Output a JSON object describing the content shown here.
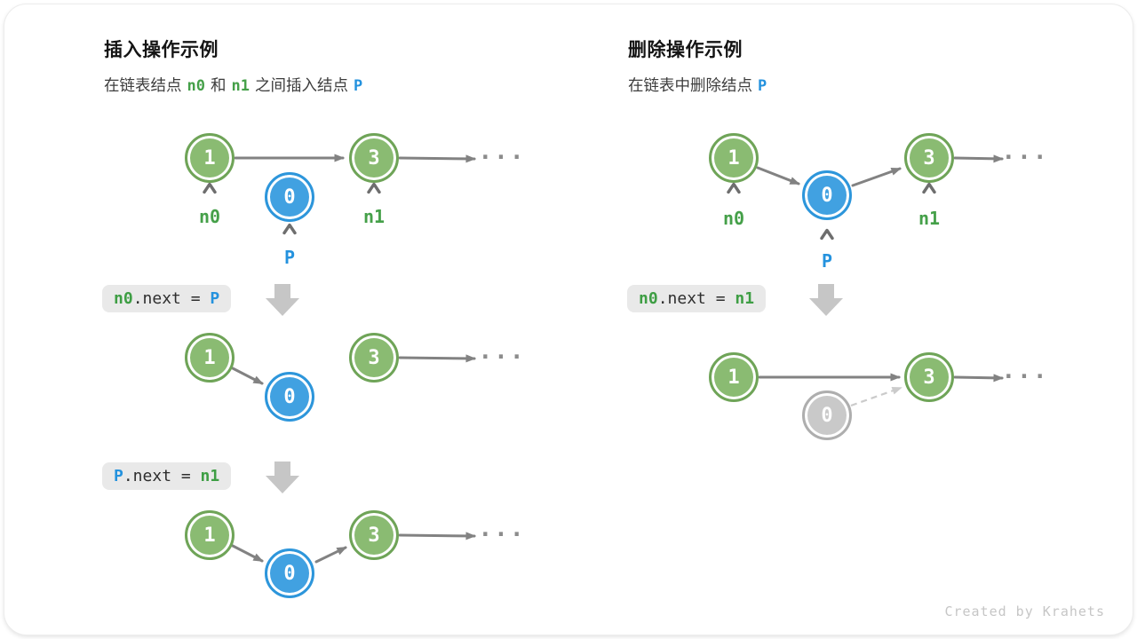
{
  "colors": {
    "node_green_fill": "#8ABB72",
    "node_green_border": "#6FA458",
    "node_blue_fill": "#41A1E1",
    "node_blue_border": "#2D96DB",
    "node_gray_fill": "#C9C9C9",
    "node_gray_border": "#AEAEAE",
    "arrow": "#828282",
    "dashed_arrow": "#CBCBCB",
    "label_green": "#45A049",
    "label_blue": "#2492DE",
    "code_background": "#E9E9E9",
    "block_arrow": "#C6C6C6"
  },
  "ellipsis": "...",
  "insert": {
    "title": "插入操作示例",
    "subtitle": {
      "p1": "在链表结点",
      "n0": "n0",
      "p2": "和",
      "n1": "n1",
      "p3": "之间插入结点",
      "p": "P"
    },
    "labels": {
      "n0": "n0",
      "p": "P",
      "n1": "n1"
    },
    "rows": {
      "r1": {
        "a": "1",
        "b": "0",
        "c": "3"
      },
      "r2": {
        "a": "1",
        "b": "0",
        "c": "3"
      },
      "r3": {
        "a": "1",
        "b": "0",
        "c": "3"
      }
    },
    "code1": {
      "t1": "n0",
      "t2": ".next = ",
      "t3": "P"
    },
    "code2": {
      "t1": "P",
      "t2": ".next = ",
      "t3": "n1"
    }
  },
  "delete": {
    "title": "删除操作示例",
    "subtitle": {
      "p1": "在链表中删除结点",
      "p": "P"
    },
    "labels": {
      "n0": "n0",
      "p": "P",
      "n1": "n1"
    },
    "rows": {
      "r1": {
        "a": "1",
        "b": "0",
        "c": "3"
      },
      "r2": {
        "a": "1",
        "b": "0",
        "c": "3"
      }
    },
    "code1": {
      "t1": "n0",
      "t2": ".next = ",
      "t3": "n1"
    }
  },
  "credit": "Created by Krahets"
}
